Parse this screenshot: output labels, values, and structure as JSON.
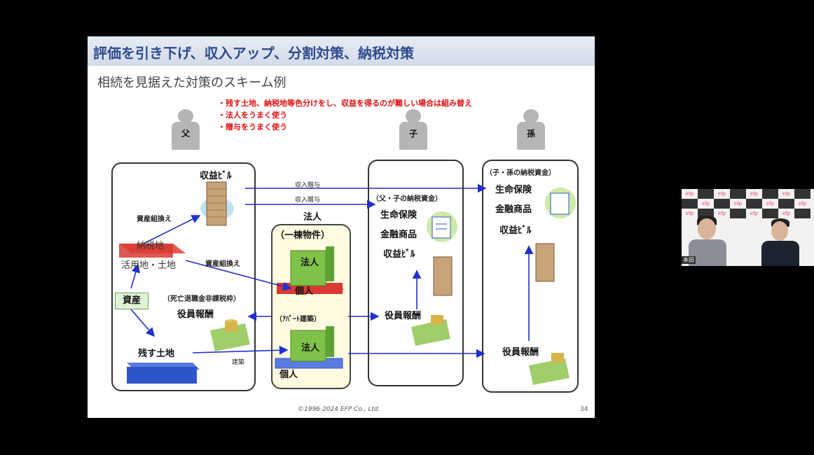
{
  "slide": {
    "title": "評価を引き下げ、収入アップ、分割対策、納税対策",
    "subtitle": "相続を見据えた対策のスキーム例",
    "bullets": [
      "・残す土地、納税地等色分けをし、収益を得るのが難しい場合は組み替え",
      "・法人をうまく使う",
      "・贈与をうまく使う"
    ],
    "persons": {
      "father": "父",
      "child": "子",
      "grandchild": "孫"
    },
    "father_box": {
      "income_building": "収益ﾋﾞﾙ",
      "asset_swap_1": "資産組換え",
      "asset_swap_2": "資産組換え",
      "tax_land": "納税地",
      "utilized_land": "活用地・土地",
      "assets": "資産",
      "retirement_note": "（死亡退職金非課税枠）",
      "director_pay": "役員報酬",
      "keep_land": "残す土地",
      "construction": "建築"
    },
    "arrows": {
      "income_gift_1": "収入贈与",
      "income_gift_2": "収入贈与",
      "corporation": "法人"
    },
    "middle_box": {
      "one_building": "（一棟物件）",
      "corp_1": "法人",
      "individual_1": "個人",
      "apartment": "（ｱﾊﾟｰﾄ建築）",
      "corp_2": "法人",
      "individual_2": "個人"
    },
    "child_box": {
      "header": "（父・子の納税資金）",
      "life_insurance": "生命保険",
      "financial_products": "金融商品",
      "income_building": "収益ﾋﾞﾙ",
      "director_pay": "役員報酬"
    },
    "grandchild_box": {
      "header": "（子・孫の納税資金）",
      "life_insurance": "生命保険",
      "financial_products": "金融商品",
      "income_building": "収益ﾋﾞﾙ",
      "director_pay": "役員報酬"
    },
    "footer": "©1996-2024 EFP Co., Ltd.",
    "page_number": "34"
  },
  "webcam": {
    "banner_text": "efp",
    "name_tag": "本田"
  },
  "colors": {
    "title_text": "#2e4a8f",
    "bullet_red": "#e01010",
    "arrow_blue": "#1f2fd0",
    "red_land": "#d93a32",
    "blue_land": "#2f56c9",
    "building_green": "#7fc24a"
  }
}
